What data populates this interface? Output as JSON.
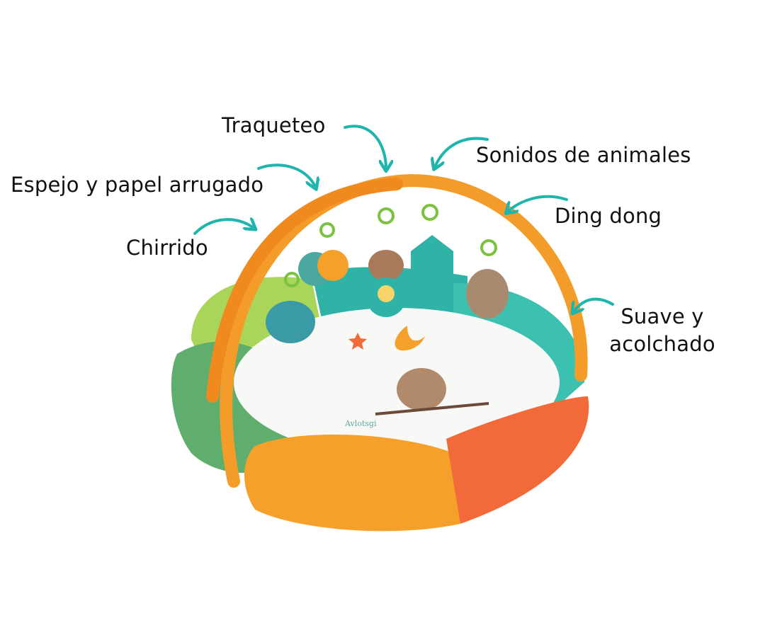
{
  "colors": {
    "arrow": "#1fb5ad",
    "arch": "#f39c2a",
    "cushion_green": "#5fae6d",
    "cushion_light_green": "#a9d65a",
    "cushion_teal": "#2fb3a6",
    "cushion_orange": "#f5a02a",
    "cushion_red_orange": "#f26a3a",
    "mat": "#f8f8f6",
    "ring": "#7cc242"
  },
  "labels": {
    "traqueteo": "Traqueteo",
    "sonidos": "Sonidos de animales",
    "espejo": "Espejo y papel arrugado",
    "ding_dong": "Ding dong",
    "chirrido": "Chirrido",
    "suave_line1": "Suave y",
    "suave_line2": "acolchado"
  },
  "mat": {
    "logo_text": "Avlotsgi"
  },
  "icons": {
    "arrow": "curved-arrow",
    "toys": [
      "hedgehog",
      "apple-mirror",
      "raccoon-rattle",
      "birdhouse",
      "owl"
    ]
  }
}
